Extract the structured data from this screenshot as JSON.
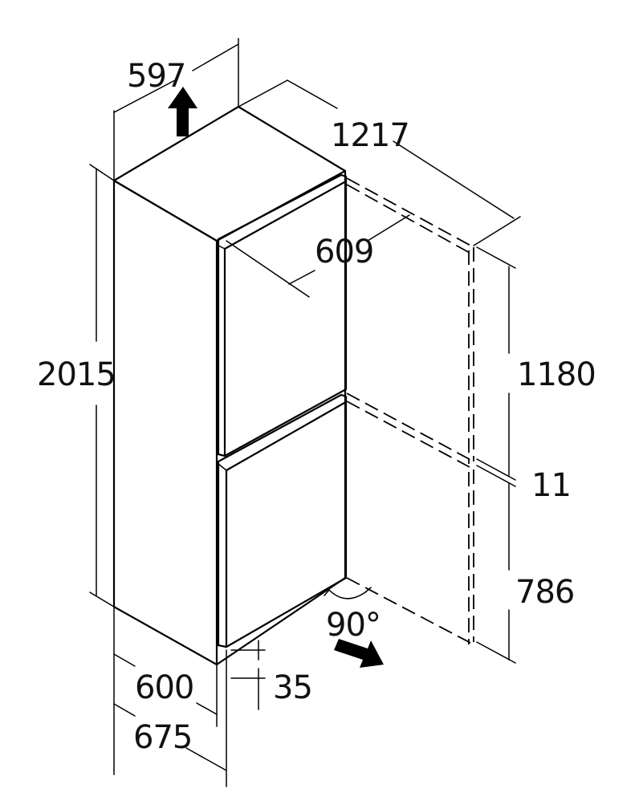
{
  "dimensions": {
    "overall_width": "597",
    "depth_with_door_open": "1217",
    "door_depth": "609",
    "overall_height": "2015",
    "upper_door_height": "1180",
    "door_gap": "11",
    "lower_door_height": "786",
    "depth_without_handle": "600",
    "depth_with_handle": "675",
    "plinth_height": "35",
    "door_opening_angle": "90°"
  },
  "icons": {
    "ventilation_arrow": "up-arrow-icon",
    "airflow_arrow": "right-arrow-icon"
  }
}
